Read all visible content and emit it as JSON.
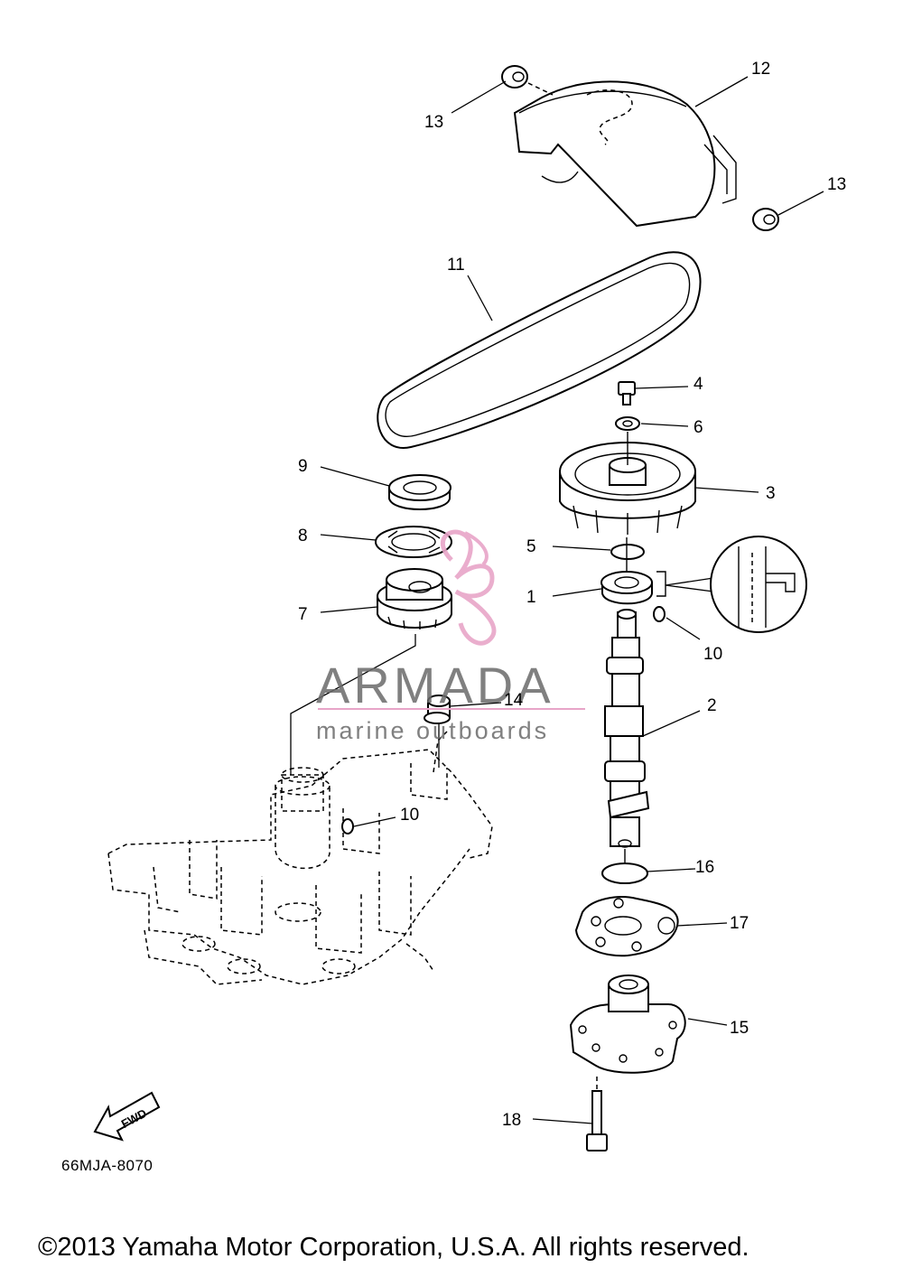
{
  "callouts": [
    {
      "id": "c1",
      "label": "1"
    },
    {
      "id": "c2",
      "label": "2"
    },
    {
      "id": "c3",
      "label": "3"
    },
    {
      "id": "c4",
      "label": "4"
    },
    {
      "id": "c5",
      "label": "5"
    },
    {
      "id": "c6",
      "label": "6"
    },
    {
      "id": "c7",
      "label": "7"
    },
    {
      "id": "c8",
      "label": "8"
    },
    {
      "id": "c9",
      "label": "9"
    },
    {
      "id": "c10a",
      "label": "10"
    },
    {
      "id": "c10b",
      "label": "10"
    },
    {
      "id": "c11",
      "label": "11"
    },
    {
      "id": "c12",
      "label": "12"
    },
    {
      "id": "c13a",
      "label": "13"
    },
    {
      "id": "c13b",
      "label": "13"
    },
    {
      "id": "c14",
      "label": "14"
    },
    {
      "id": "c15",
      "label": "15"
    },
    {
      "id": "c16",
      "label": "16"
    },
    {
      "id": "c17",
      "label": "17"
    },
    {
      "id": "c18",
      "label": "18"
    }
  ],
  "diagram_code": "66MJA-8070",
  "fwd_label": "FWD",
  "watermark": {
    "brand": "ARMADA",
    "tagline": "marine outboards",
    "color": "#e8a5c8"
  },
  "copyright": "©2013 Yamaha Motor Corporation, U.S.A. All rights reserved."
}
